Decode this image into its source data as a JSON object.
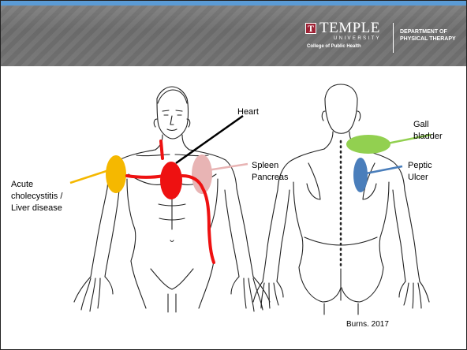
{
  "header": {
    "logo_letter": "T",
    "university": "TEMPLE",
    "university_sub": "UNIVERSITY",
    "college": "College of Public Health",
    "department_line1": "DEPARTMENT OF",
    "department_line2": "PHYSICAL THERAPY"
  },
  "labels": {
    "heart": "Heart",
    "acute": "Acute cholecystitis / Liver disease",
    "spleen": "Spleen Pancreas",
    "gall_bladder": "Gall bladder",
    "peptic_ulcer": "Peptic Ulcer"
  },
  "citation": "Burns. 2017",
  "colors": {
    "header_band": "#5b9bd5",
    "header_bg": "#777777",
    "liver_marker": "#f5b800",
    "heart_marker": "#ee1111",
    "spleen_marker": "#e8b4b4",
    "gall_marker": "#92d050",
    "ulcer_marker": "#4a7ebb",
    "pointer_orange": "#f5b800",
    "pointer_black": "#000000",
    "pointer_pink": "#e8b4b4",
    "pointer_green": "#92d050",
    "pointer_blue": "#4a7ebb"
  }
}
